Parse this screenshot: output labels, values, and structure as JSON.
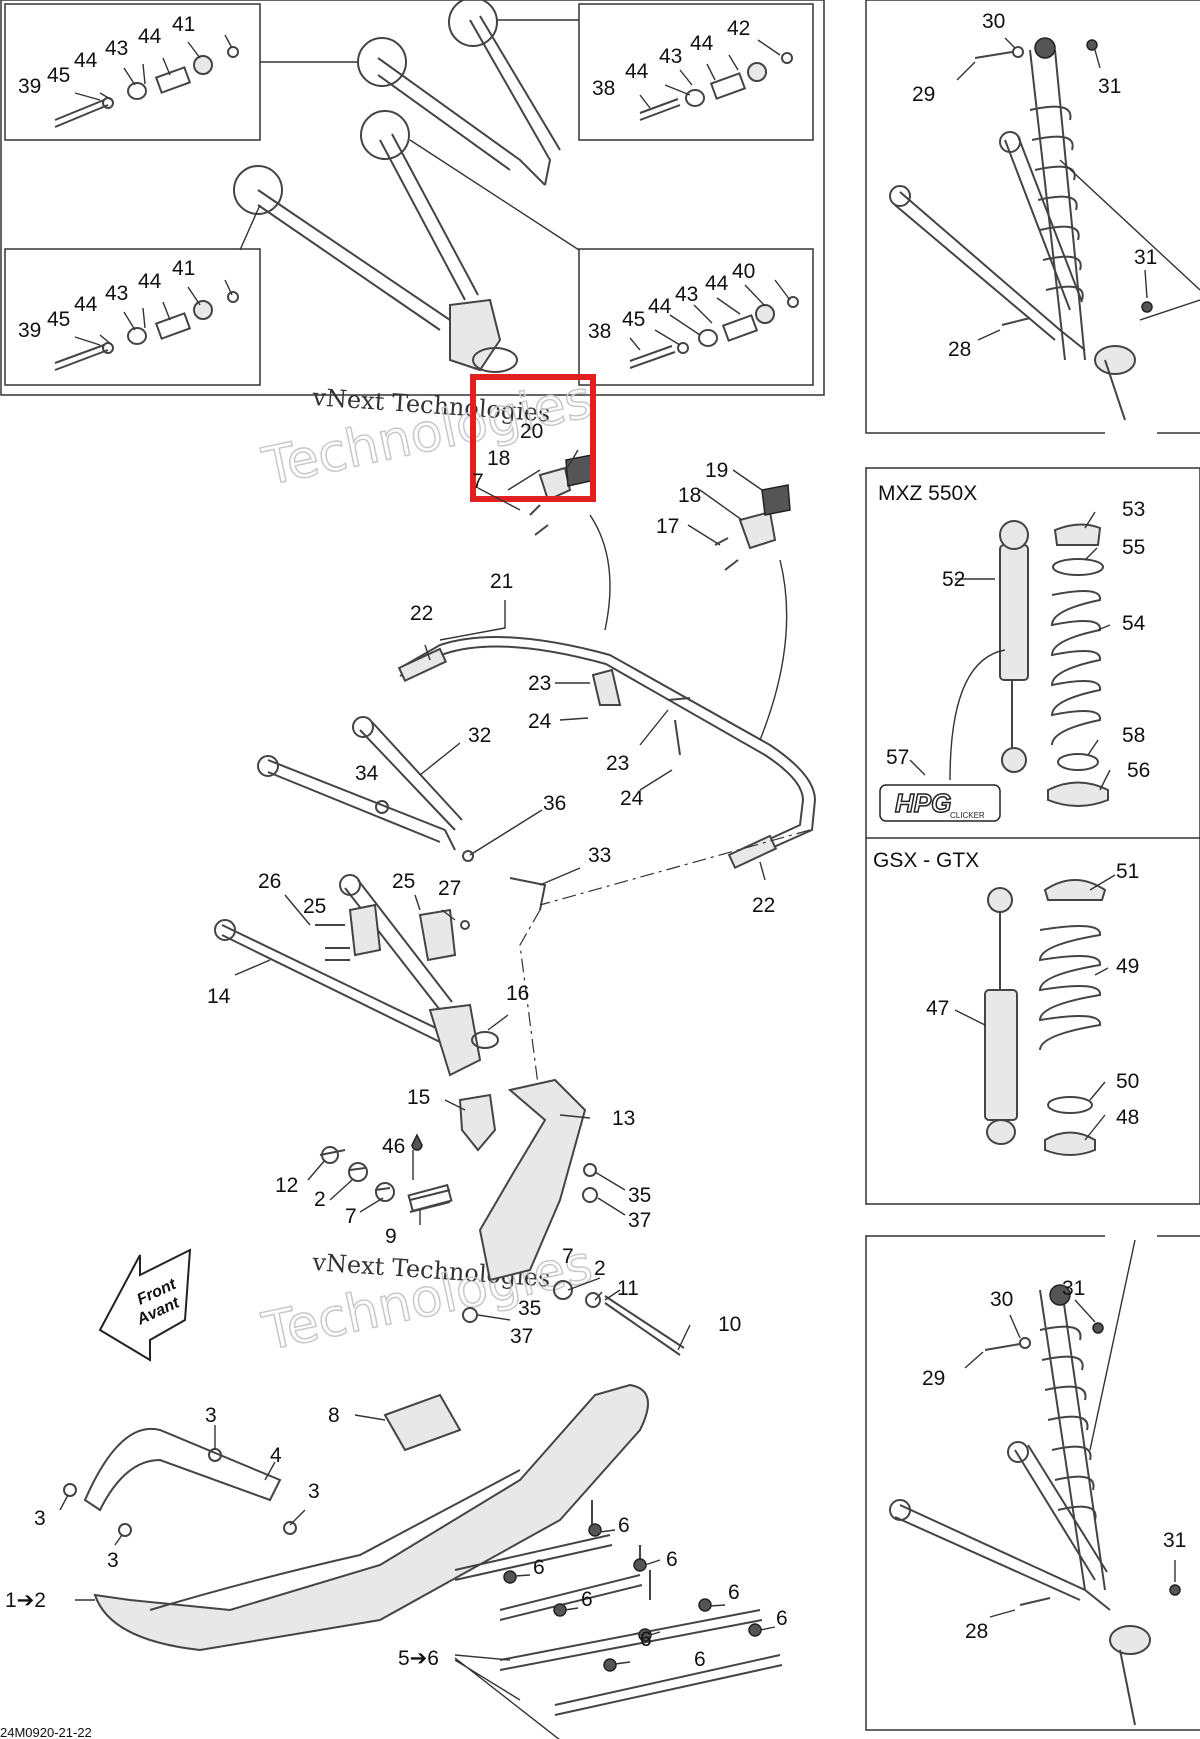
{
  "diagram": {
    "figure_code": "24M0920-21-22",
    "watermark": {
      "line1": "vNext Technologies",
      "line2": "Technologies"
    },
    "variant_boxes": [
      {
        "id": "mxz",
        "title": "MXZ 550X"
      },
      {
        "id": "gsx",
        "title": "GSX - GTX"
      }
    ],
    "direction_arrow": {
      "line1": "Front",
      "line2": "Avant"
    },
    "hpg_logo": {
      "main": "HPG",
      "sub": "CLICKER"
    },
    "highlight": {
      "color": "#e02020",
      "part": "20"
    },
    "labels": {
      "l39a": "39",
      "l45a": "45",
      "l44a": "44",
      "l43a": "43",
      "l44b": "44",
      "l41a": "41",
      "l38a": "38",
      "l44c": "44",
      "l43b": "43",
      "l44d": "44",
      "l42": "42",
      "l39b": "39",
      "l45b": "45",
      "l44e": "44",
      "l43c": "43",
      "l44f": "44",
      "l41b": "41",
      "l38b": "38",
      "l45c": "45",
      "l44g": "44",
      "l43d": "43",
      "l44h": "44",
      "l40": "40",
      "l30a": "30",
      "l29a": "29",
      "l31a": "31",
      "l31b": "31",
      "l28a": "28",
      "l20": "20",
      "l18a": "18",
      "l17a": "7",
      "l19": "19",
      "l18b": "18",
      "l17b": "17",
      "l21": "21",
      "l22a": "22",
      "l23a": "23",
      "l24a": "24",
      "l23b": "23",
      "l24b": "24",
      "l32": "32",
      "l34": "34",
      "l36": "36",
      "l33": "33",
      "l22b": "22",
      "l26": "26",
      "l25a": "25",
      "l25b": "25",
      "l27": "27",
      "l14": "14",
      "l16": "16",
      "l15": "15",
      "l13": "13",
      "l46": "46",
      "l12": "12",
      "l2a": "2",
      "l7a": "7",
      "l9": "9",
      "l35a": "35",
      "l37a": "37",
      "l7b": "7",
      "l2b": "2",
      "l11": "11",
      "l35b": "35",
      "l37b": "37",
      "l10": "10",
      "l52": "52",
      "l53": "53",
      "l55": "55",
      "l54": "54",
      "l57": "57",
      "l58": "58",
      "l56": "56",
      "l51": "51",
      "l47": "47",
      "l49": "49",
      "l50": "50",
      "l48": "48",
      "l30b": "30",
      "l31c": "31",
      "l29b": "29",
      "l31d": "31",
      "l28b": "28",
      "l8": "8",
      "l3a": "3",
      "l4": "4",
      "l3b": "3",
      "l3c": "3",
      "l3d": "3",
      "l1to2": "1➔2",
      "l5to6": "5➔6",
      "l6a": "6",
      "l6b": "6",
      "l6c": "6",
      "l6d": "6",
      "l6e": "6",
      "l6f": "6",
      "l6g": "6",
      "l6h": "6"
    }
  }
}
